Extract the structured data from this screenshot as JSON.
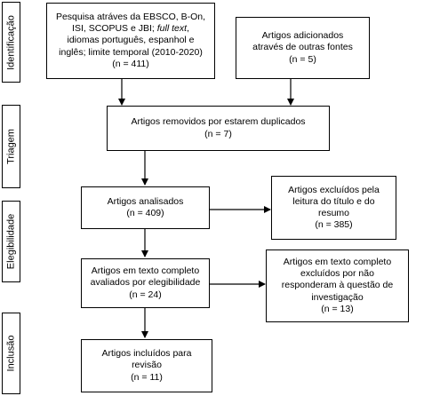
{
  "stages": {
    "identificacao": "Identificação",
    "triagem": "Triagem",
    "elegibilidade": "Elegibilidade",
    "inclusao": "Inclusão"
  },
  "boxes": {
    "database_search": {
      "line1": "Pesquisa atráves da EBSCO, B-On,",
      "line2a": "ISI, SCOPUS e JBI; ",
      "line2b": "full text",
      "line2c": ",",
      "line3": "idiomas português, espanhol e",
      "line4": "inglês; limite temporal (2010-2020)",
      "count": "(n = 411)"
    },
    "other_sources": {
      "line1": "Artigos adicionados",
      "line2": "através de outras fontes",
      "count": "(n = 5)"
    },
    "duplicates_removed": {
      "line1": "Artigos removidos por estarem duplicados",
      "count": "(n = 7)"
    },
    "analyzed": {
      "line1": "Artigos analisados",
      "count": "(n = 409)"
    },
    "excluded_title_abstract": {
      "line1": "Artigos excluídos pela",
      "line2": "leitura do título e do",
      "line3": "resumo",
      "count": "(n = 385)"
    },
    "full_text_assessed": {
      "line1": "Artigos em texto completo",
      "line2": "avaliados por elegibilidade",
      "count": "(n = 24)"
    },
    "full_text_excluded": {
      "line1": "Artigos em texto completo",
      "line2": "excluídos por não",
      "line3": "responderam à questão de",
      "line4": "investigação",
      "count": "(n = 13)"
    },
    "included": {
      "line1": "Artigos incluídos para",
      "line2": "revisão",
      "count": "(n = 11)"
    }
  }
}
